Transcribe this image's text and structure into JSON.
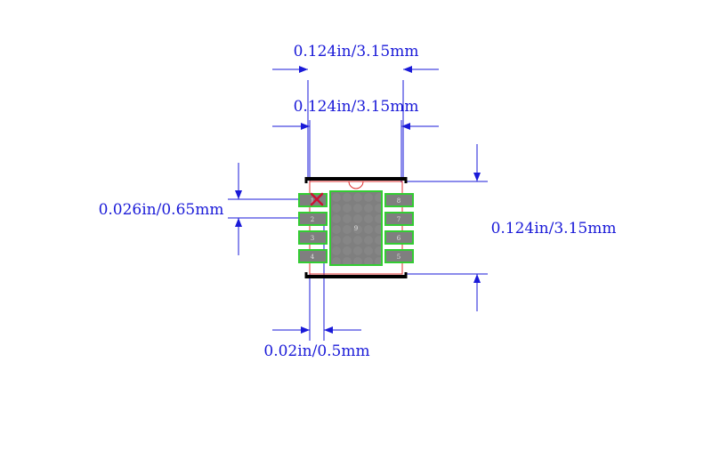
{
  "dimensions": {
    "body_width_outer": "0.124in/3.15mm",
    "body_width_inner": "0.124in/3.15mm",
    "pitch": "0.026in/0.65mm",
    "body_height": "0.124in/3.15mm",
    "pad_width": "0.02in/0.5mm"
  },
  "pads": {
    "left": [
      "1",
      "2",
      "3",
      "4"
    ],
    "right": [
      "8",
      "7",
      "6",
      "5"
    ],
    "thermal": "9"
  },
  "colors": {
    "dimension": "#1a1ad8",
    "body_outline": "#000000",
    "pad_outline": "#33cc33",
    "pad_fill": "#7f7f7f",
    "pin1_marker": "#cc1133",
    "courtyard": "#e03030"
  }
}
